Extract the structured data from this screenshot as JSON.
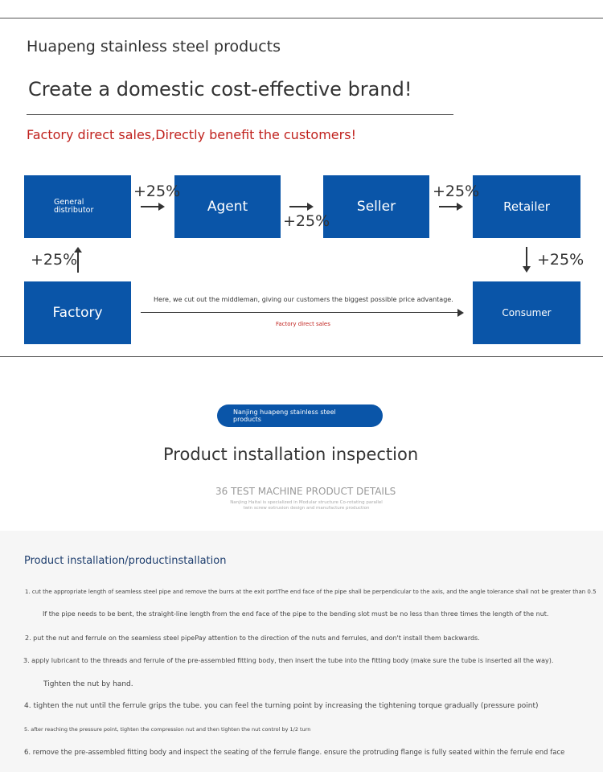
{
  "header": {
    "brand_line": "Huapeng stainless steel products",
    "slogan": "Create a domestic cost-effective brand!",
    "subtitle": "Factory direct sales,Directly benefit the customers!"
  },
  "flow": {
    "general_distributor": "General distributor",
    "agent": "Agent",
    "seller": "Seller",
    "retailer": "Retailer",
    "factory": "Factory",
    "consumer": "Consumer",
    "markup": "+25%",
    "direct_note": "Here, we cut out the middleman, giving our customers the biggest possible price advantage.",
    "direct_label": "Factory direct sales"
  },
  "section2": {
    "pill": "Nanjing huapeng stainless steel products",
    "title": "Product installation inspection",
    "subtitle": "36 TEST MACHINE PRODUCT DETAILS",
    "fine_line1": "Nanjing Haitai is specialized in Modular structure Co-rotating parallel",
    "fine_line2": "twin screw extrusion design and manufacture production"
  },
  "install": {
    "heading": "Product installation/productinstallation",
    "steps": [
      "1. cut the appropriate length of seamless steel pipe and remove the burrs at the exit portThe end face of the pipe shall be perpendicular to the axis, and the angle tolerance shall not be greater than 0.5",
      "If the pipe needs to be bent, the straight-line length from the end face of the pipe to the bending slot must be no less than three times the length of the nut.",
      "2. put the nut and ferrule on the seamless steel pipePay attention to the direction of the nuts and ferrules, and don't install them backwards.",
      "3. apply lubricant to the threads and ferrule of the pre-assembled fitting body, then insert the tube into the fitting body (make sure the tube is inserted all the way).",
      "Tighten the nut by hand.",
      "4. tighten the nut until the ferrule grips the tube. you can feel the turning point by increasing the tightening torque gradually (pressure point)",
      "5. after reaching the pressure point, tighten the compression nut and then tighten the nut control by 1/2 turn",
      "6. remove the pre-assembled fitting body and inspect the seating of the ferrule flange. ensure the protruding flange is fully seated within the ferrule end face"
    ]
  },
  "colors": {
    "box_blue": "#0a55a8",
    "accent_red": "#c0221e",
    "pill_blue": "#0a55a8",
    "gray_bg": "#f6f6f6"
  }
}
